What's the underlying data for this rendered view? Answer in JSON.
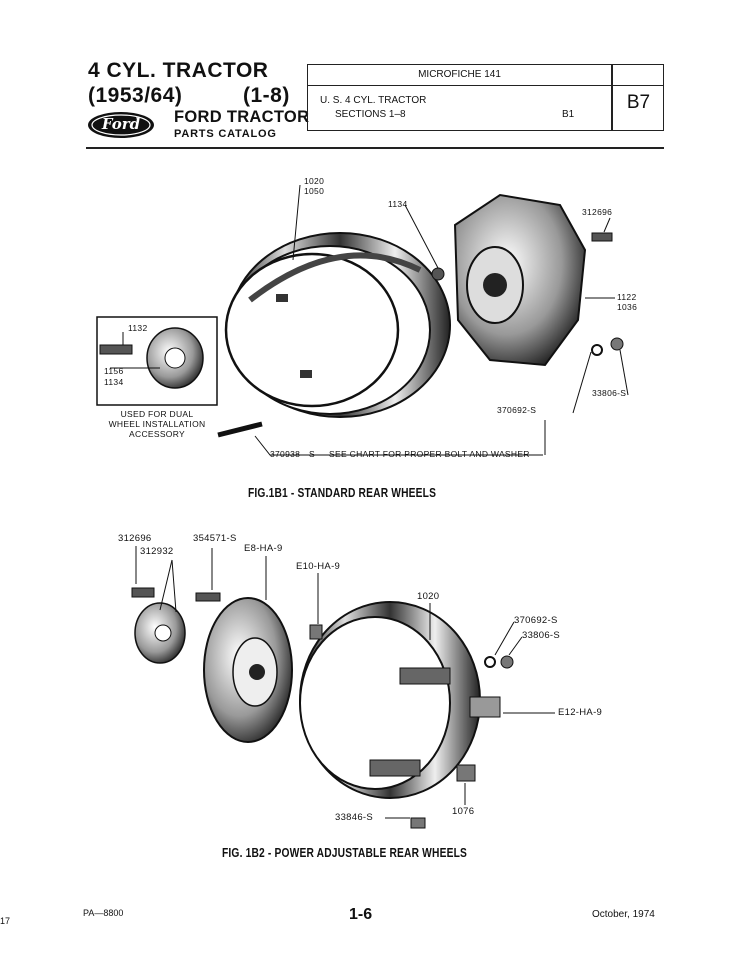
{
  "header": {
    "title_line1": "4 CYL. TRACTOR",
    "title_line2": "(1953/64)",
    "sections": "(1-8)",
    "brand_logo_text": "Ford",
    "brand_title": "FORD TRACTOR",
    "subtitle": "PARTS CATALOG",
    "microfiche": "MICROFICHE 141",
    "model_line1": "U. S. 4 CYL. TRACTOR",
    "model_line2": "SECTIONS 1–8",
    "grid_ref": "B1",
    "page_code": "B7"
  },
  "figure1": {
    "caption": "FIG.1B1 - STANDARD REAR WHEELS",
    "labels": {
      "p1020": "1020",
      "p1050": "1050",
      "p1134": "1134",
      "p312696": "312696",
      "p1122": "1122",
      "p1036": "1036",
      "p33806s": "33806-S",
      "p370692s": "370692-S",
      "p1132": "1132",
      "p1156": "1156",
      "p1134b": "1134",
      "p370938s": "370938—S — SEE CHART FOR PROPER BOLT AND WASHER"
    },
    "inset_note_line1": "USED FOR DUAL",
    "inset_note_line2": "WHEEL INSTALLATION",
    "inset_note_line3": "ACCESSORY"
  },
  "figure2": {
    "caption": "FIG. 1B2 - POWER ADJUSTABLE REAR WHEELS",
    "labels": {
      "p312696": "312696",
      "p312932": "312932",
      "p354571s": "354571-S",
      "e8ha9": "E8-HA-9",
      "e10ha9": "E10-HA-9",
      "p1020": "1020",
      "p370692s": "370692-S",
      "p33806s": "33806-S",
      "e12ha9": "E12-HA-9",
      "p1076": "1076",
      "p33846s": "33846-S"
    }
  },
  "footer": {
    "left_edge": "17",
    "doc_code": "PA—8800",
    "page_number": "1-6",
    "date": "October, 1974"
  }
}
